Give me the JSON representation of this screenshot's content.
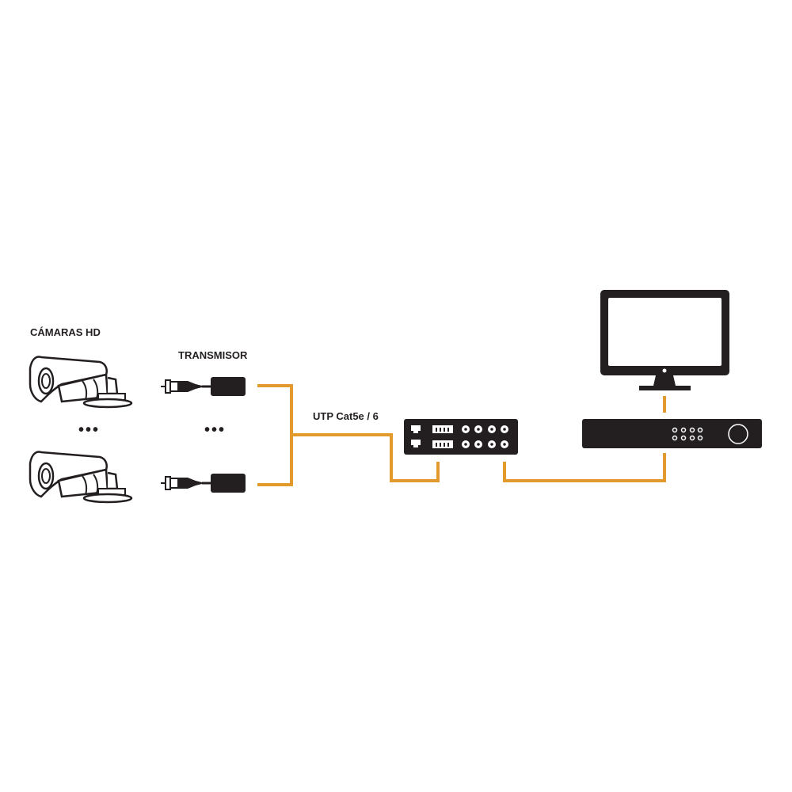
{
  "labels": {
    "cameras": "CÁMARAS HD",
    "transmitter": "TRANSMISOR",
    "cable": "UTP Cat5e / 6"
  },
  "ellipsis": "•••",
  "colors": {
    "cable": "#E39A2D",
    "device": "#231f20",
    "background": "#ffffff"
  },
  "icons": [
    "bullet-camera-icon",
    "transmitter-balun-icon",
    "video-receiver-hub-icon",
    "dvr-icon",
    "monitor-icon"
  ]
}
